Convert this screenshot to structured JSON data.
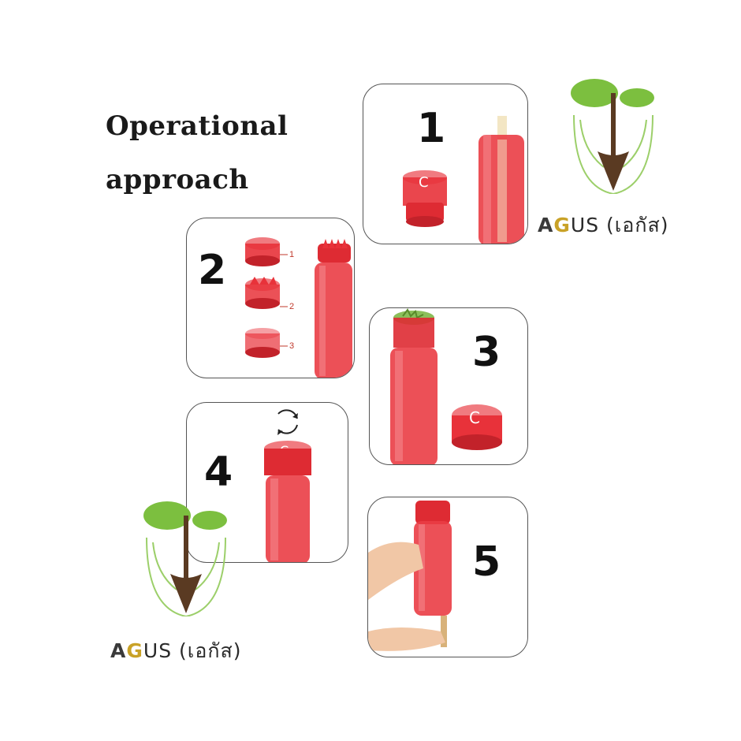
{
  "heading": {
    "line1": "Operational",
    "line2": "approach"
  },
  "steps": [
    {
      "number": "1"
    },
    {
      "number": "2",
      "parts": [
        "1",
        "2",
        "3"
      ]
    },
    {
      "number": "3"
    },
    {
      "number": "4"
    },
    {
      "number": "5"
    }
  ],
  "brand": {
    "letter_a": "A",
    "letter_g": "G",
    "rest": "US",
    "thai": "(เอกัส)"
  },
  "colors": {
    "product_red": "#e8323a",
    "leaf_green": "#7cbf3f",
    "soil_brown": "#5a3a22",
    "accent_gold": "#c9a227"
  }
}
